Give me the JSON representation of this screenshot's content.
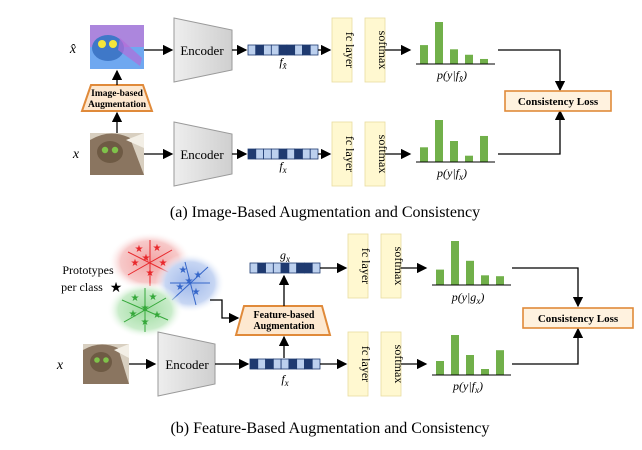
{
  "panel_a": {
    "caption": "(a) Image-Based Augmentation and Consistency",
    "aug_input_label": "x̂",
    "input_label": "x",
    "augmentation_line1": "Image-based",
    "augmentation_line2": "Augmentation",
    "encoder_top": "Encoder",
    "encoder_bottom": "Encoder",
    "feature_top_label": "f",
    "feature_top_sub": "x̂",
    "feature_bottom_label": "f",
    "feature_bottom_sub": "x",
    "fc_top": "fc layer",
    "fc_bottom": "fc layer",
    "softmax_top": "softmax",
    "softmax_bottom": "softmax",
    "prob_top": "p(y|f",
    "prob_top_sub": "x̂",
    "prob_bottom": "p(y|f",
    "prob_bottom_sub": "x",
    "prob_close": ")",
    "loss": "Consistency Loss",
    "hist_top": [
      0.45,
      1.0,
      0.35,
      0.22,
      0.12
    ],
    "hist_bottom": [
      0.35,
      1.0,
      0.5,
      0.15,
      0.62
    ]
  },
  "panel_b": {
    "caption": "(b) Feature-Based Augmentation and Consistency",
    "prototypes_line1": "Prototypes",
    "prototypes_line2": "per class",
    "input_label": "x",
    "augmentation_line1": "Feature-based",
    "augmentation_line2": "Augmentation",
    "encoder": "Encoder",
    "feature_top_label": "g",
    "feature_top_sub": "x",
    "feature_bottom_label": "f",
    "feature_bottom_sub": "x",
    "fc_top": "fc layer",
    "fc_bottom": "fc layer",
    "softmax_top": "softmax",
    "softmax_bottom": "softmax",
    "prob_top": "p(y|g",
    "prob_top_sub": "x",
    "prob_bottom": "p(y|f",
    "prob_bottom_sub": "x",
    "prob_close": ")",
    "loss": "Consistency Loss",
    "hist_top": [
      0.35,
      1.0,
      0.55,
      0.22,
      0.2
    ],
    "hist_bottom": [
      0.35,
      1.0,
      0.5,
      0.15,
      0.62
    ]
  },
  "colors": {
    "bar_green": "#71b04a",
    "fc_fill": "#fff8d0",
    "aug_fill": "#fde8d0",
    "aug_stroke": "#e08a3a",
    "loss_fill": "#fff2df",
    "feature_dark": "#1f3a70",
    "feature_light": "#bcd0ee",
    "cluster_red": "#e8282c",
    "cluster_blue": "#3566c9",
    "cluster_green": "#35a83a"
  }
}
